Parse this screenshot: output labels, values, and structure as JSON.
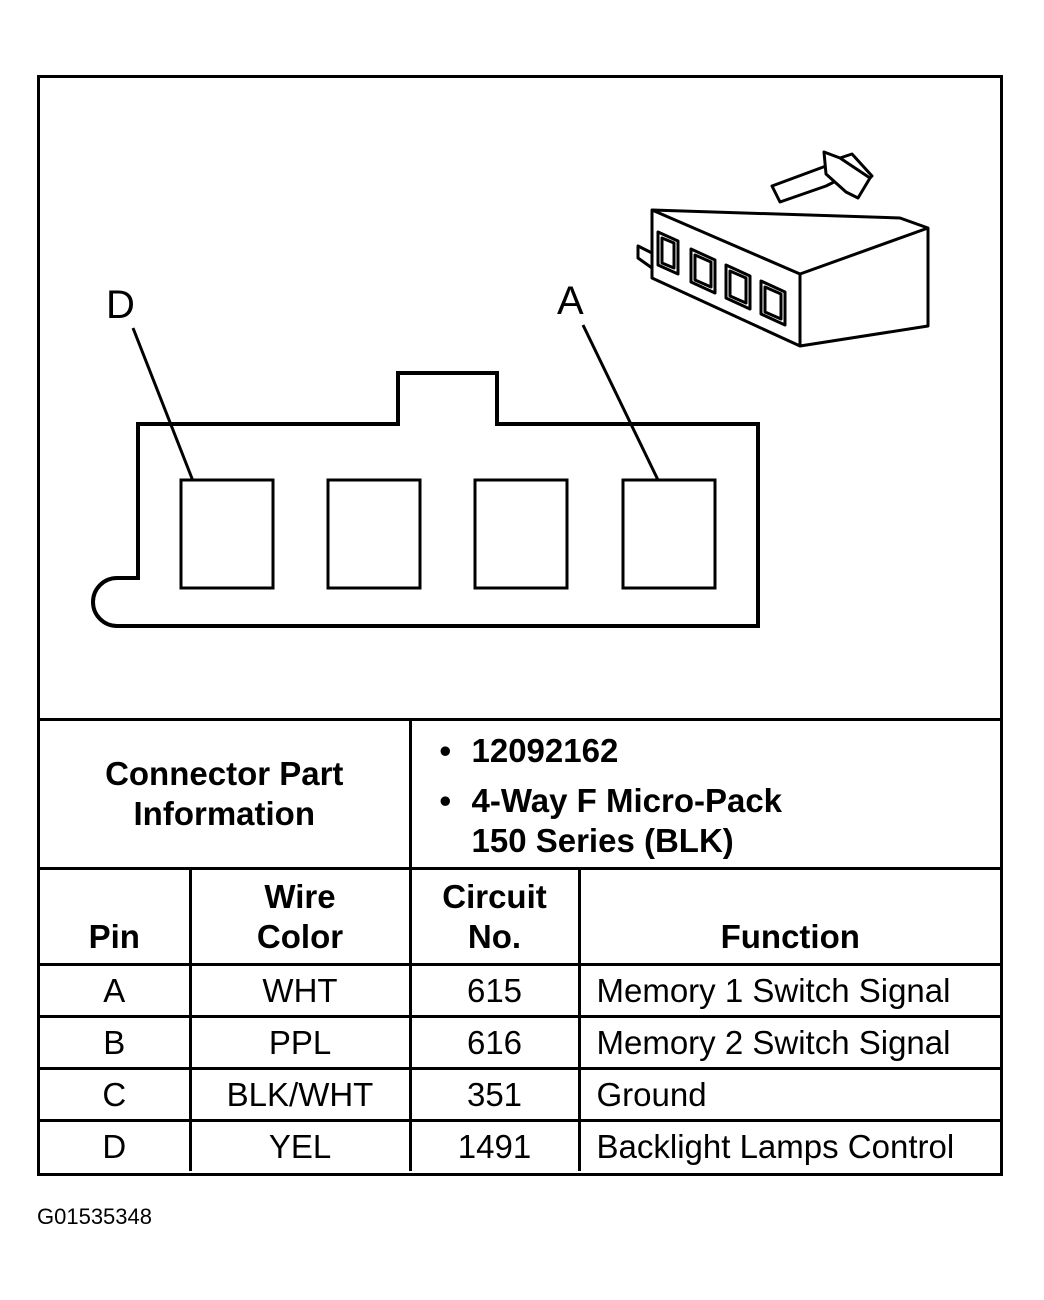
{
  "diagram": {
    "pin_label_left": "D",
    "pin_label_right": "A"
  },
  "connector_info": {
    "label_line1": "Connector Part",
    "label_line2": "Information",
    "bullet_symbol": "•",
    "part_number": "12092162",
    "description_line1": "4-Way F Micro-Pack",
    "description_line2": "150 Series (BLK)"
  },
  "pin_table": {
    "headers": {
      "pin": "Pin",
      "wire_color_line1": "Wire",
      "wire_color_line2": "Color",
      "circuit_line1": "Circuit",
      "circuit_line2": "No.",
      "function": "Function"
    },
    "rows": [
      {
        "pin": "A",
        "wire_color": "WHT",
        "circuit": "615",
        "function": "Memory 1 Switch Signal"
      },
      {
        "pin": "B",
        "wire_color": "PPL",
        "circuit": "616",
        "function": "Memory 2 Switch Signal"
      },
      {
        "pin": "C",
        "wire_color": "BLK/WHT",
        "circuit": "351",
        "function": "Ground"
      },
      {
        "pin": "D",
        "wire_color": "YEL",
        "circuit": "1491",
        "function": "Backlight Lamps Control"
      }
    ]
  },
  "figure_id": "G01535348"
}
